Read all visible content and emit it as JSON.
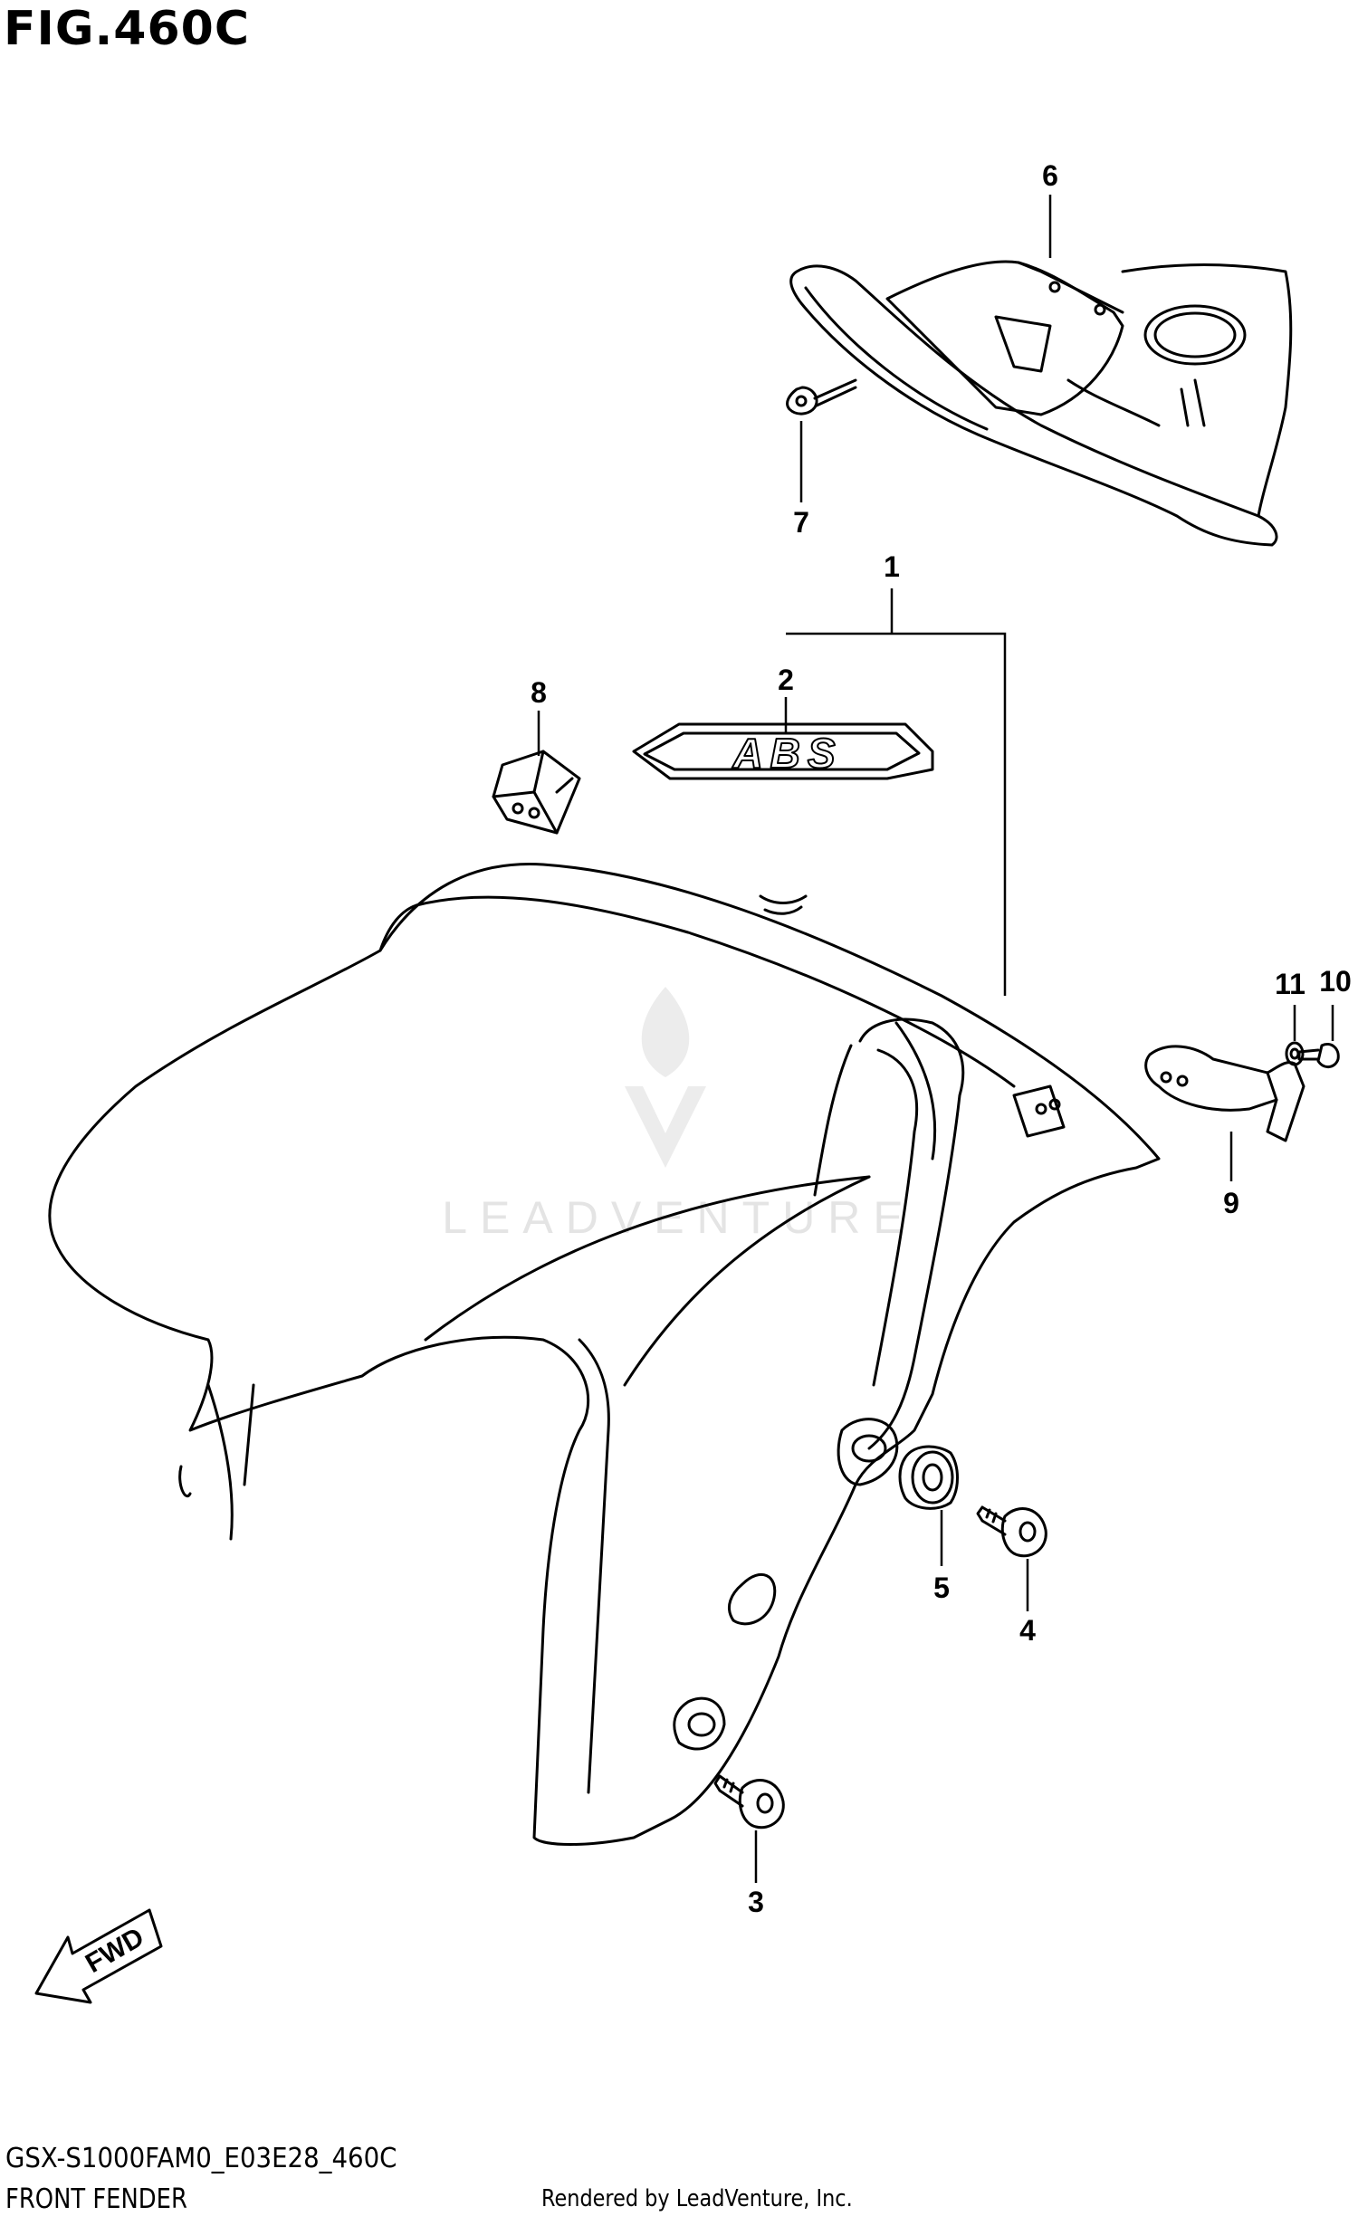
{
  "header": {
    "figure_label": "FIG.460C"
  },
  "callouts": {
    "c1": "1",
    "c2": "2",
    "c3": "3",
    "c4": "4",
    "c5": "5",
    "c6": "6",
    "c7": "7",
    "c8": "8",
    "c9": "9",
    "c10": "10",
    "c11": "11"
  },
  "badge": {
    "fwd": "FWD"
  },
  "decal": {
    "text": "ABS"
  },
  "watermark": {
    "text": "LEADVENTURE"
  },
  "footer": {
    "model_code": "GSX-S1000FAM0_E03E28_460C",
    "section_name": "FRONT FENDER",
    "credit": "Rendered by LeadVenture, Inc."
  }
}
